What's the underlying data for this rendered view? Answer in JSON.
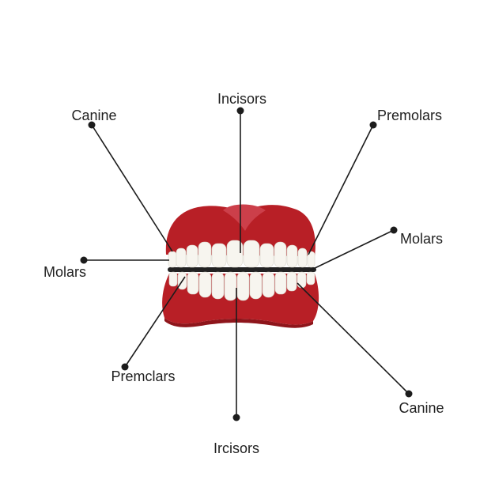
{
  "diagram": {
    "labels": {
      "incisors_top": "Incisors",
      "canine_top_left": "Canine",
      "premolars_top_right": "Premolars",
      "molars_left": "Molars",
      "molars_right": "Molars",
      "premolars_bottom_left": "Premclars",
      "canine_bottom_right": "Canine",
      "incisors_bottom": "Ircisors"
    },
    "colors": {
      "gum": "#b81f26",
      "gum_dark": "#9c1a20",
      "gum_shadow": "#8e151b",
      "tongue": "#cc3f4a",
      "tooth": "#f7f5ef",
      "gap": "#222222",
      "leader": "#1c1c1c"
    }
  }
}
